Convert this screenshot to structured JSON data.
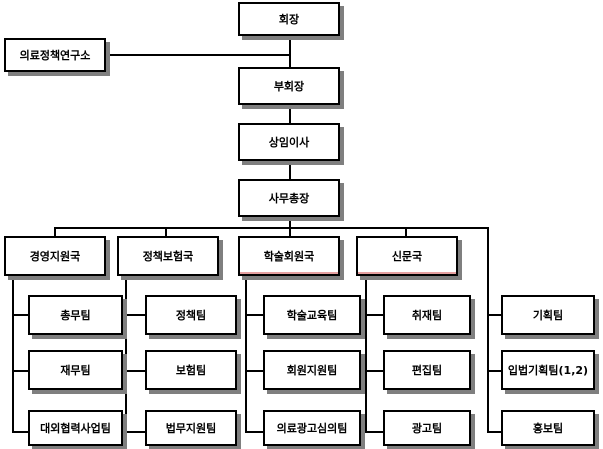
{
  "org_chart": {
    "top": {
      "chairman": "회장",
      "institute": "의료정책연구소",
      "vice_chairman": "부회장",
      "standing_director": "상임이사",
      "secretary_general": "사무총장"
    },
    "departments": [
      {
        "name": "경영지원국",
        "teams": [
          "총무팀",
          "재무팀",
          "대외협력사업팀"
        ]
      },
      {
        "name": "정책보험국",
        "teams": [
          "정책팀",
          "보험팀",
          "법무지원팀"
        ]
      },
      {
        "name": "학술회원국",
        "teams": [
          "학술교육팀",
          "회원지원팀",
          "의료광고심의팀"
        ]
      },
      {
        "name": "신문국",
        "teams": [
          "취재팀",
          "편집팀",
          "광고팀"
        ]
      }
    ],
    "direct_teams": [
      "기획팀",
      "입법기획팀(1,2)",
      "홍보팀"
    ]
  }
}
